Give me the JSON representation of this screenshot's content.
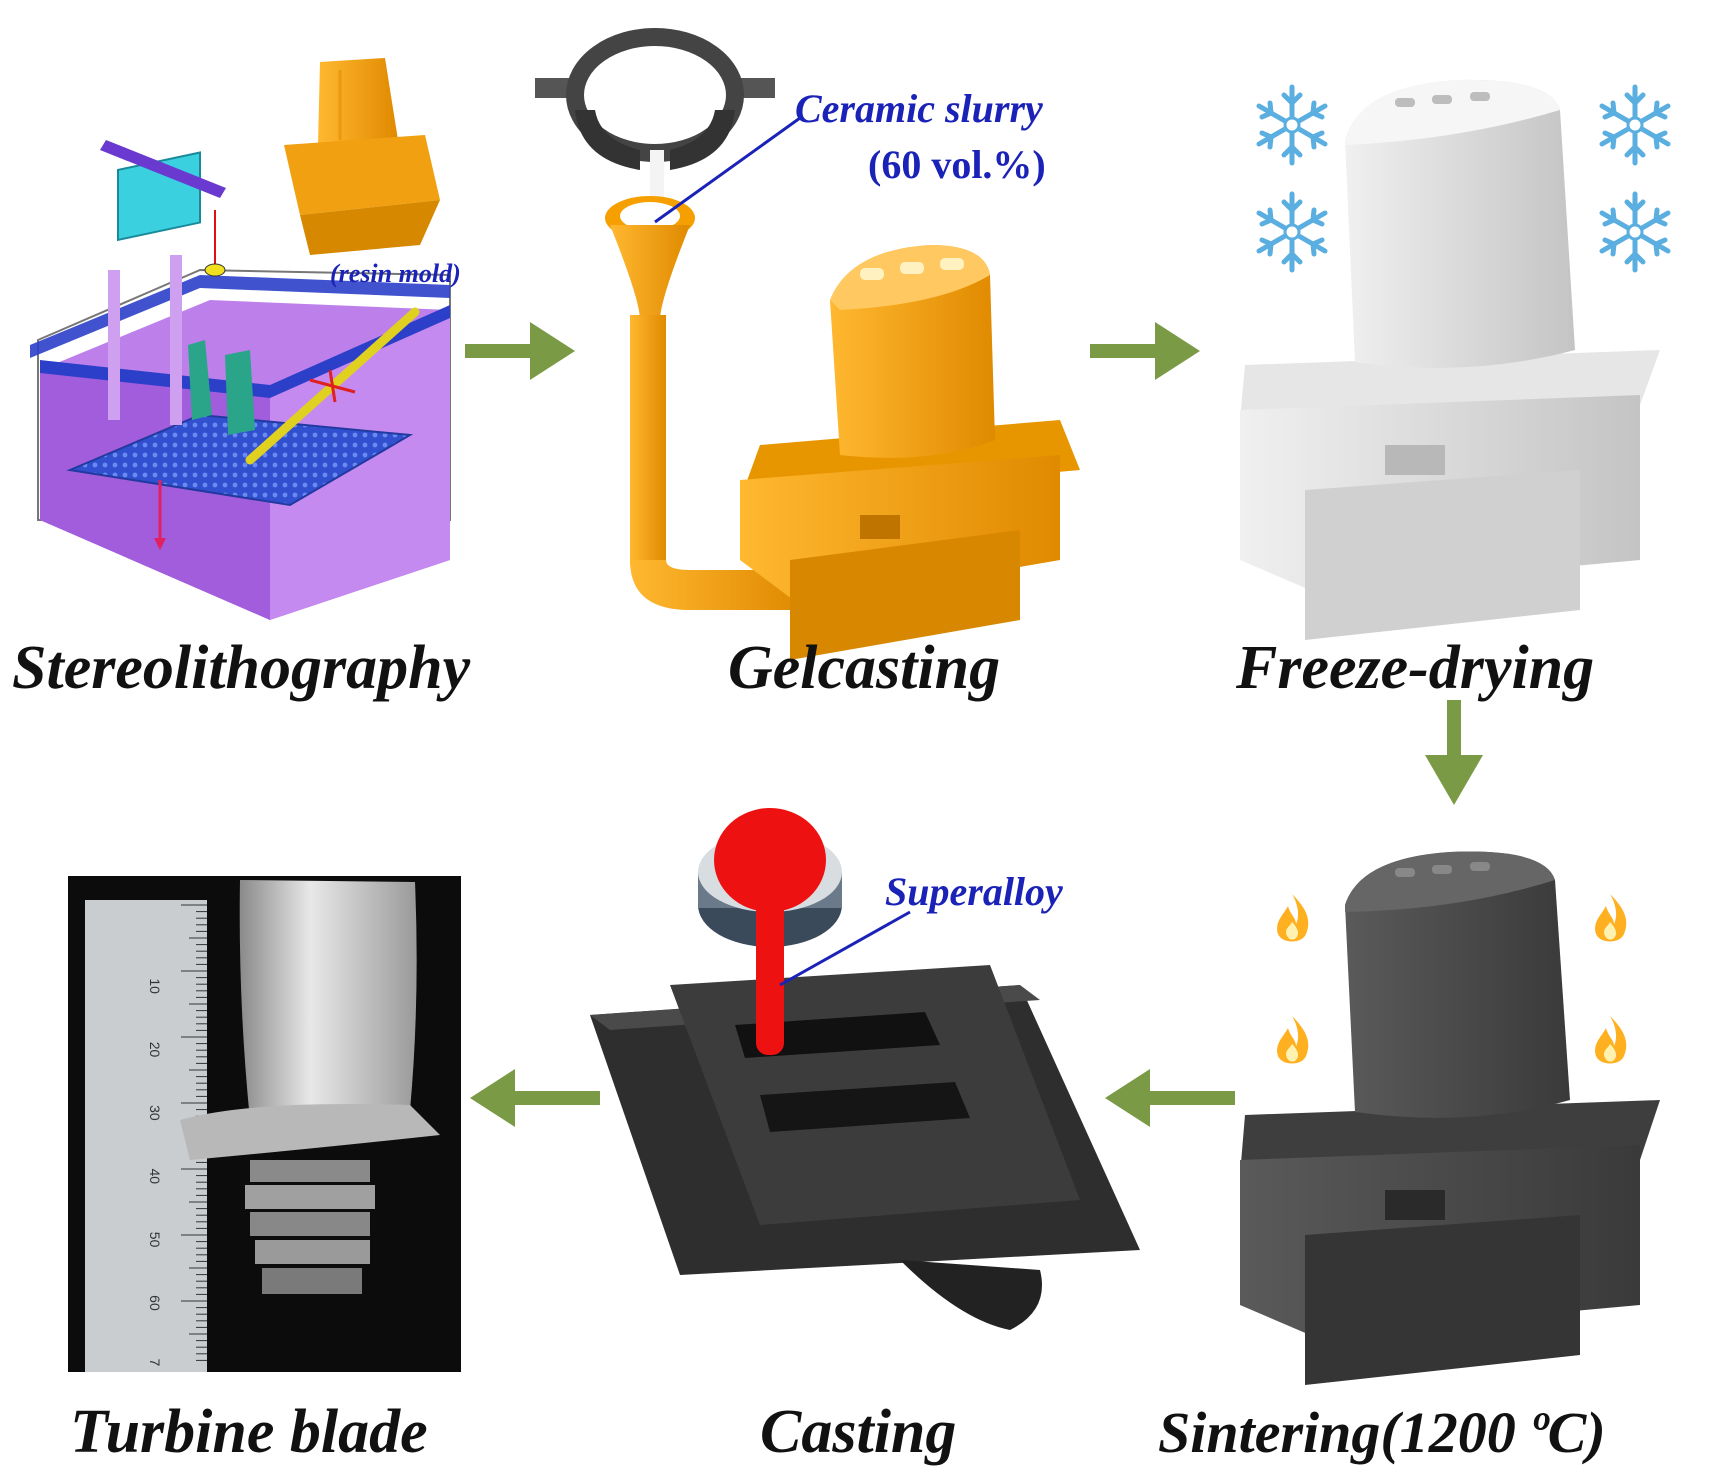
{
  "steps": {
    "stereolithography": "Stereolithography",
    "gelcasting": "Gelcasting",
    "freeze_drying": "Freeze-drying",
    "sintering": "Sintering(1200 ºC)",
    "casting": "Casting",
    "turbine_blade": "Turbine blade"
  },
  "callouts": {
    "resin_mold": "(resin mold)",
    "ceramic_slurry_line1": "Ceramic slurry",
    "ceramic_slurry_line2": "(60 vol.%)",
    "superalloy": "Superalloy"
  },
  "ruler_marks": [
    "10",
    "20",
    "30",
    "40",
    "50",
    "60",
    "7"
  ],
  "colors": {
    "arrow": "#7a9a45",
    "callout_text": "#1a22b8",
    "resin_orange": "#f5a000",
    "ceramic_gray": "#d4d4d4",
    "sintered_dark": "#4a4a4a",
    "molten_red": "#ee1111",
    "resin_bath": "#b26ae8",
    "snowflake": "#5aaee0",
    "flame": "#ffb020"
  },
  "icons": [
    "snowflake-icon",
    "flame-icon",
    "arrow-right-icon",
    "arrow-down-icon",
    "arrow-left-icon"
  ]
}
